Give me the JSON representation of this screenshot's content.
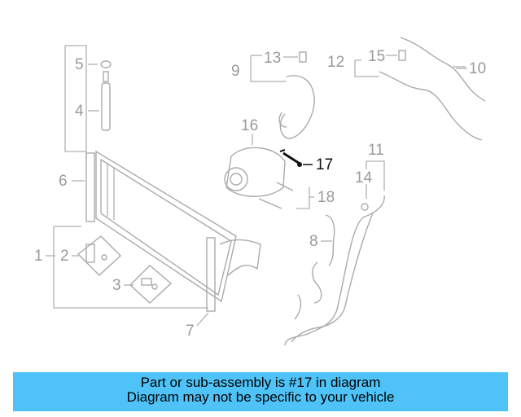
{
  "diagram": {
    "callouts": {
      "c1": "1",
      "c2": "2",
      "c3": "3",
      "c4": "4",
      "c5": "5",
      "c6": "6",
      "c7": "7",
      "c8": "8",
      "c9": "9",
      "c10": "10",
      "c11": "11",
      "c12": "12",
      "c13": "13",
      "c14": "14",
      "c15": "15",
      "c16": "16",
      "c17": "17",
      "c18": "18"
    },
    "highlighted_part": "17",
    "colors": {
      "highlight": "#111111",
      "line_art": "#aaaaaa",
      "banner": "#4fc3f7"
    }
  },
  "banner": {
    "line1": "Part or sub-assembly is #17 in diagram",
    "line2": "Diagram may not be specific to your vehicle"
  }
}
